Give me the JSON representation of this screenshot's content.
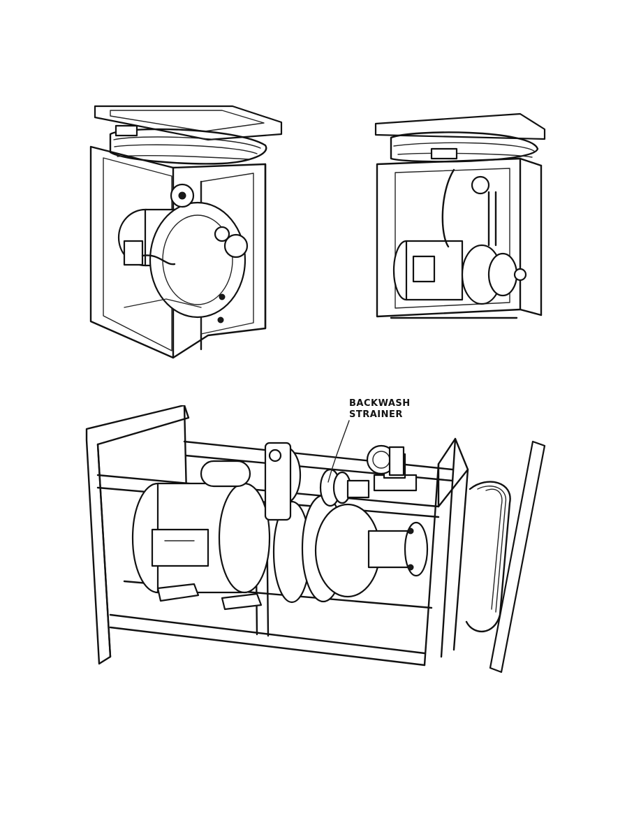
{
  "figures": [
    {
      "id": "top-left",
      "subject": "pump unit in frame, front view"
    },
    {
      "id": "top-right",
      "subject": "pump unit in frame, side view"
    },
    {
      "id": "bottom",
      "subject": "pump unit in frame with hose reel"
    }
  ],
  "callouts": {
    "backwash_strainer": {
      "line1": "BACKWASH",
      "line2": "STRAINER"
    }
  }
}
